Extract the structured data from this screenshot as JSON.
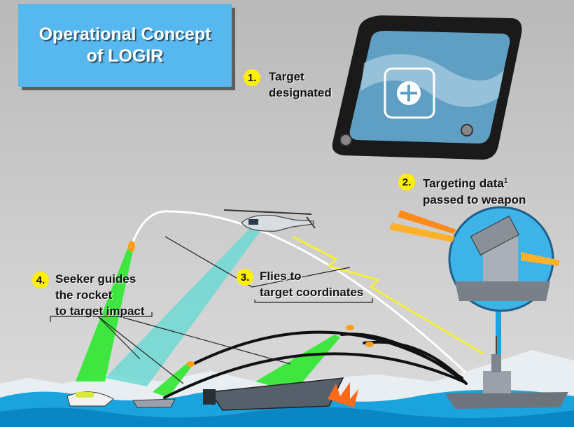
{
  "title": {
    "line1": "Operational Concept",
    "line2": "of LOGIR"
  },
  "steps": [
    {
      "number": "1.",
      "line1": "Target",
      "line2": "designated"
    },
    {
      "number": "2.",
      "line1": "Targeting data",
      "sup": "1",
      "line2": "passed to weapon"
    },
    {
      "number": "3.",
      "line1": "Flies to",
      "line2": "target coordinates"
    },
    {
      "number": "4.",
      "line1": "Seeker guides",
      "line2": "the rocket",
      "line3": "to target impact"
    }
  ],
  "colors": {
    "title_bg": "#56b8ee",
    "badge": "#ffef00",
    "seeker_cone": "#2fe82f",
    "helo_beam": "#6fd9d4",
    "sea": "#1aa3dc"
  }
}
